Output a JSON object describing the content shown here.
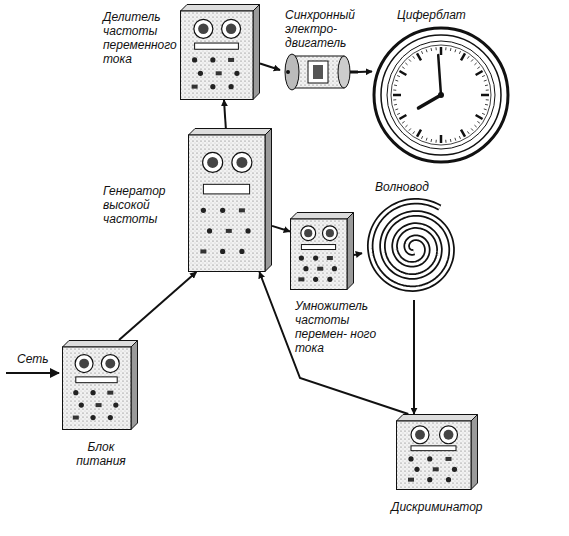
{
  "diagram": {
    "nodes": [
      {
        "text": [
          "Делитель частоты переменного тока"
        ]
      },
      {
        "text": [
          "Синхронный электро- двигатель"
        ]
      },
      {
        "text": [
          "Циферблат"
        ]
      },
      {
        "text": [
          "Генератор высокой частоты"
        ]
      },
      {
        "text": [
          "Умножитель частоты перемен- ного тока"
        ]
      },
      {
        "text": [
          "Волновод"
        ]
      },
      {
        "text": [
          "Блок питания"
        ]
      },
      {
        "text": [
          "Дискриминатор"
        ]
      }
    ],
    "edges": [
      {
        "from": 3,
        "to": 0,
        "arrow": "to"
      },
      {
        "from": 0,
        "to": 1,
        "arrow": "to"
      },
      {
        "from": 1,
        "to": 2,
        "arrow": "to"
      },
      {
        "from": 3,
        "to": 4,
        "arrow": "to"
      },
      {
        "from": 4,
        "to": 5,
        "arrow": "to"
      },
      {
        "from": 5,
        "to": 7,
        "arrow": "to"
      },
      {
        "from": 7,
        "to": 3,
        "arrow": "to"
      },
      {
        "from": 6,
        "to": 3,
        "arrow": "to"
      }
    ],
    "labels": [
      "Сеть"
    ]
  }
}
